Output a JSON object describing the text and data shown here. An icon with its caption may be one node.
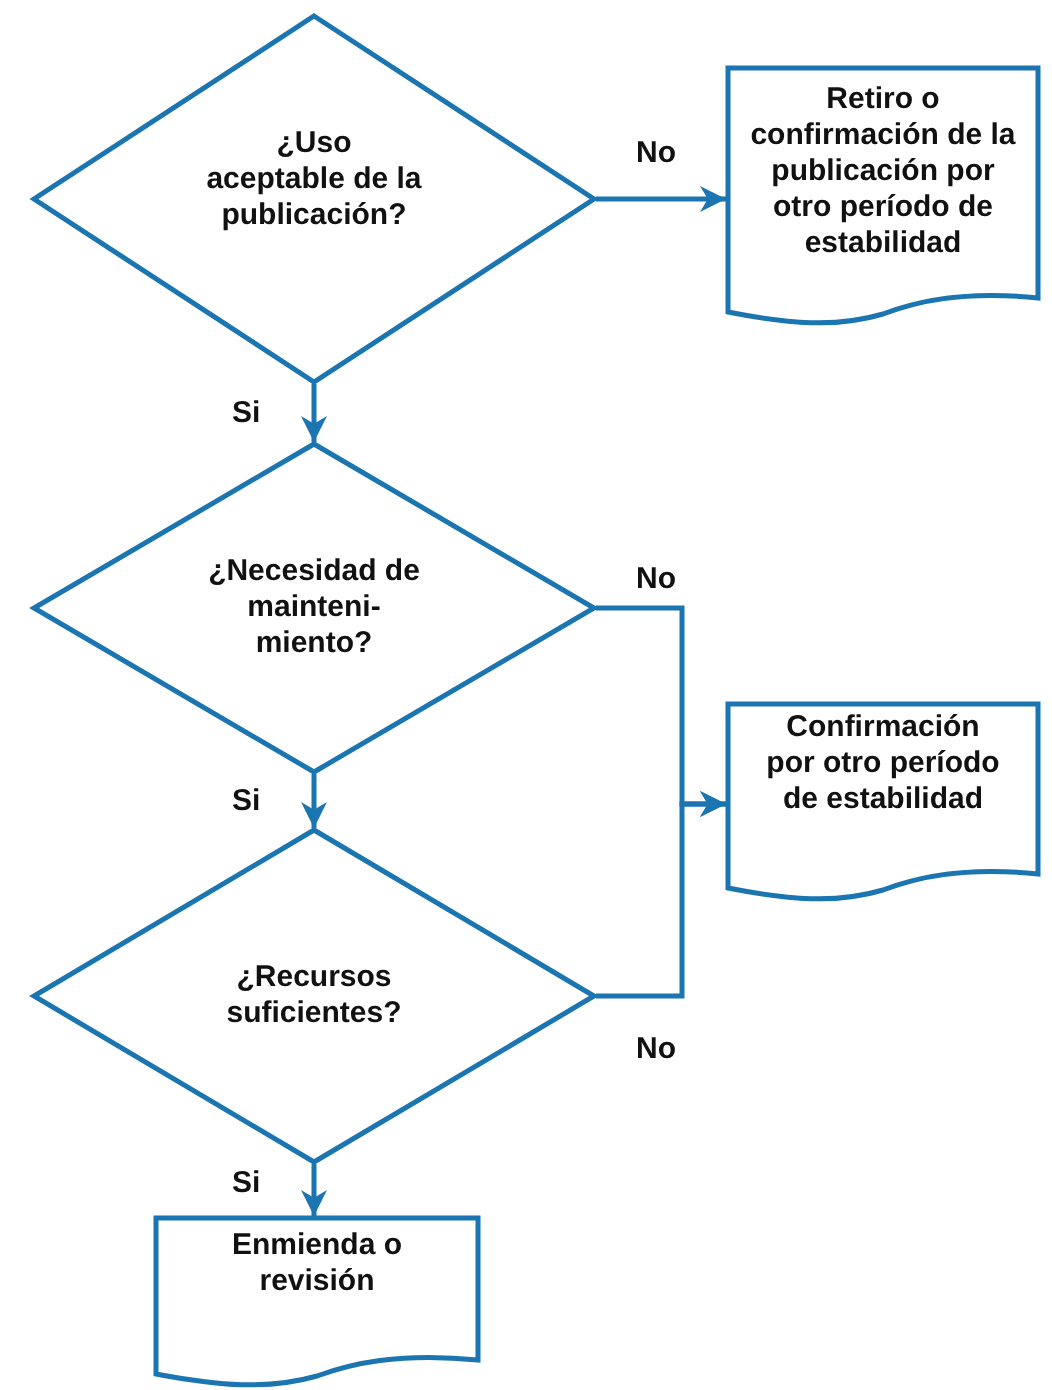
{
  "diagram": {
    "nodes": [
      {
        "text": [
          "¿Uso aceptable de la publicación?"
        ]
      },
      {
        "text": [
          "Retiro o confirmación de la publicación por otro período de estabilidad"
        ]
      },
      {
        "text": [
          "¿Necesidad de mainteni- miento?"
        ]
      },
      {
        "text": [
          "¿Recursos suficientes?"
        ]
      },
      {
        "text": [
          "Confirmación por otro período de estabilidad"
        ]
      },
      {
        "text": [
          "Enmienda o revisión"
        ]
      }
    ],
    "edges": [
      {
        "from": 0,
        "to": 1,
        "arrow": "to",
        "label": "No"
      },
      {
        "from": 0,
        "to": 2,
        "arrow": "to",
        "label": "Si"
      },
      {
        "from": 2,
        "to": 4,
        "arrow": "to",
        "label": "No"
      },
      {
        "from": 2,
        "to": 3,
        "arrow": "to",
        "label": "Si"
      },
      {
        "from": 3,
        "to": 4,
        "arrow": "to",
        "label": "No"
      },
      {
        "from": 3,
        "to": 5,
        "arrow": "to",
        "label": "Si"
      }
    ]
  }
}
